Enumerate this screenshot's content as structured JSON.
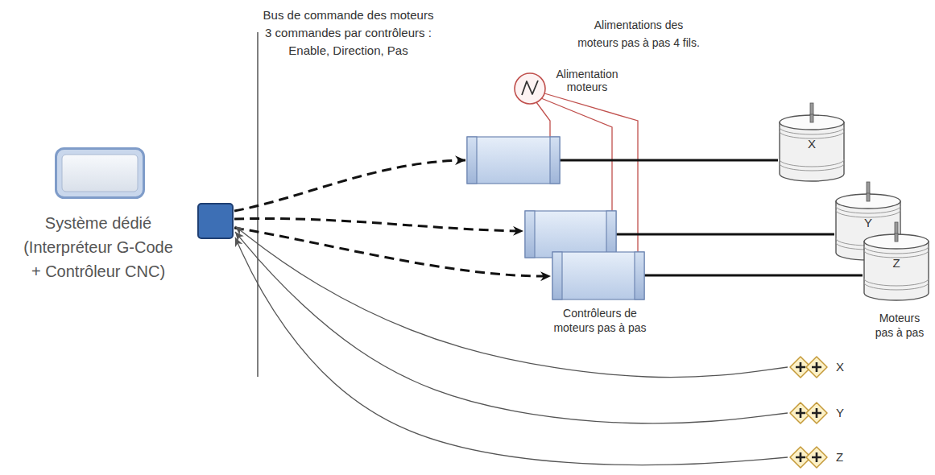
{
  "diagram": {
    "nodes": [
      {
        "text": [
          "Système dédié (Interpréteur G-Code + Contrôleur CNC)"
        ]
      },
      {
        "text": [
          "Alimentation moteurs"
        ]
      },
      {
        "text": [
          "X"
        ]
      },
      {
        "text": [
          "Y"
        ]
      },
      {
        "text": [
          "Z"
        ]
      },
      {
        "text": [
          "X"
        ]
      },
      {
        "text": [
          "Y"
        ]
      },
      {
        "text": [
          "Z"
        ]
      }
    ],
    "edges": [
      {
        "from": 5,
        "to": 0,
        "arrow": "to"
      },
      {
        "from": 6,
        "to": 0,
        "arrow": "to"
      },
      {
        "from": 7,
        "to": 0,
        "arrow": "to"
      }
    ],
    "labels": [
      "Bus de commande des moteurs",
      "3 commandes par contrôleurs : Enable, Direction, Pas",
      "Alimentations des moteurs pas à pas 4 fils.",
      "Contrôleurs de moteurs pas à pas",
      "Moteurs pas à pas"
    ]
  }
}
